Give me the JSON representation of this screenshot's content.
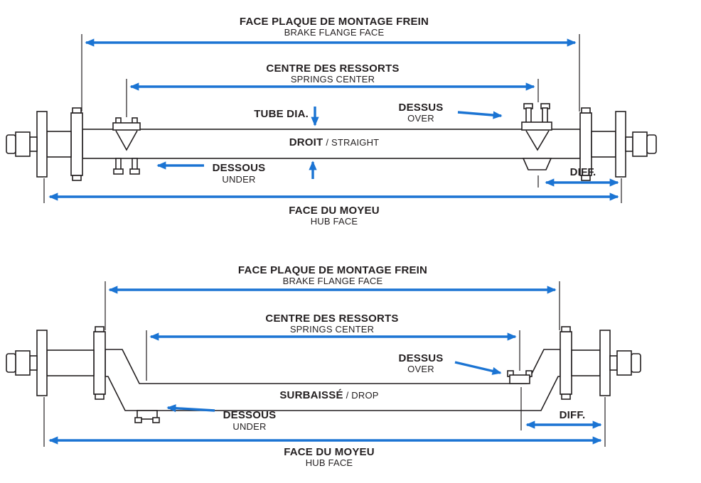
{
  "colors": {
    "dimension_arrow": "#1b74d3",
    "line": "#231f20",
    "background": "#ffffff"
  },
  "top_diagram": {
    "axle_style": "straight",
    "brake_flange_face": {
      "fr": "FACE PLAQUE DE MONTAGE FREIN",
      "en": "BRAKE FLANGE FACE"
    },
    "springs_center": {
      "fr": "CENTRE DES RESSORTS",
      "en": "SPRINGS CENTER"
    },
    "tube_dia": "TUBE DIA.",
    "over": {
      "fr": "DESSUS",
      "en": "OVER"
    },
    "axle_type": {
      "fr": "DROIT",
      "en": "/ STRAIGHT"
    },
    "under": {
      "fr": "DESSOUS",
      "en": "UNDER"
    },
    "diff": "DIFF.",
    "hub_face": {
      "fr": "FACE DU MOYEU",
      "en": "HUB FACE"
    }
  },
  "bottom_diagram": {
    "axle_style": "drop",
    "brake_flange_face": {
      "fr": "FACE PLAQUE DE MONTAGE FREIN",
      "en": "BRAKE FLANGE FACE"
    },
    "springs_center": {
      "fr": "CENTRE DES RESSORTS",
      "en": "SPRINGS CENTER"
    },
    "over": {
      "fr": "DESSUS",
      "en": "OVER"
    },
    "axle_type": {
      "fr": "SURBAISSÉ",
      "en": "/ DROP"
    },
    "under": {
      "fr": "DESSOUS",
      "en": "UNDER"
    },
    "diff": "DIFF.",
    "hub_face": {
      "fr": "FACE DU MOYEU",
      "en": "HUB FACE"
    }
  }
}
